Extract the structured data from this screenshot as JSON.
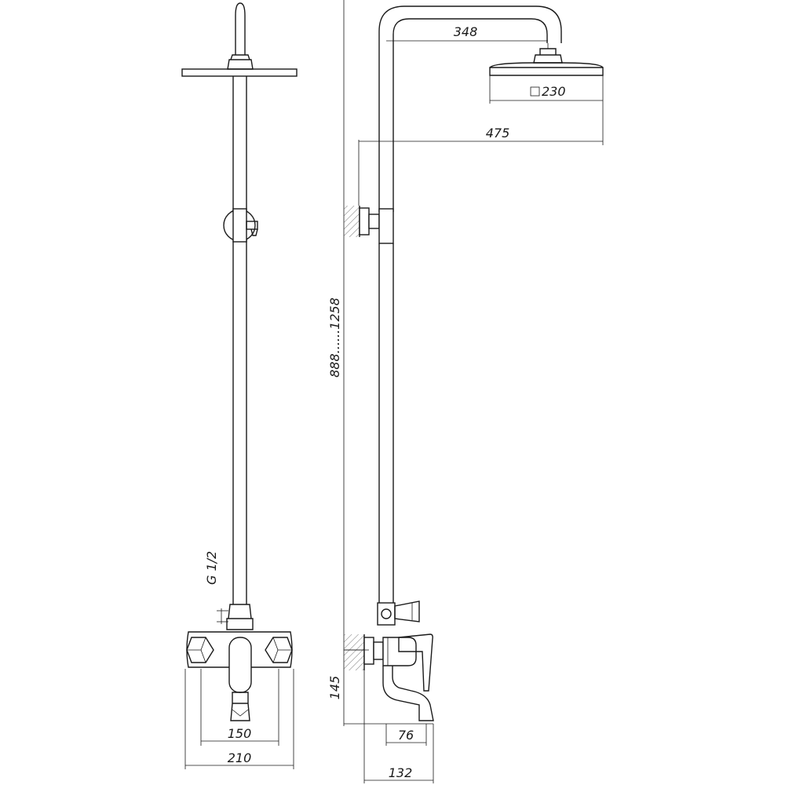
{
  "front_view": {
    "thread_label": "G 1/2",
    "dim_inner_width": "150",
    "dim_outer_width": "210"
  },
  "side_view": {
    "dim_arm_reach": "348",
    "dim_head_size_symbol": "□",
    "dim_head_size": "230",
    "dim_overall_reach": "475",
    "dim_height_range": "888......1258",
    "dim_spout_height": "145",
    "dim_spout_offset": "76",
    "dim_spout_length": "132"
  }
}
